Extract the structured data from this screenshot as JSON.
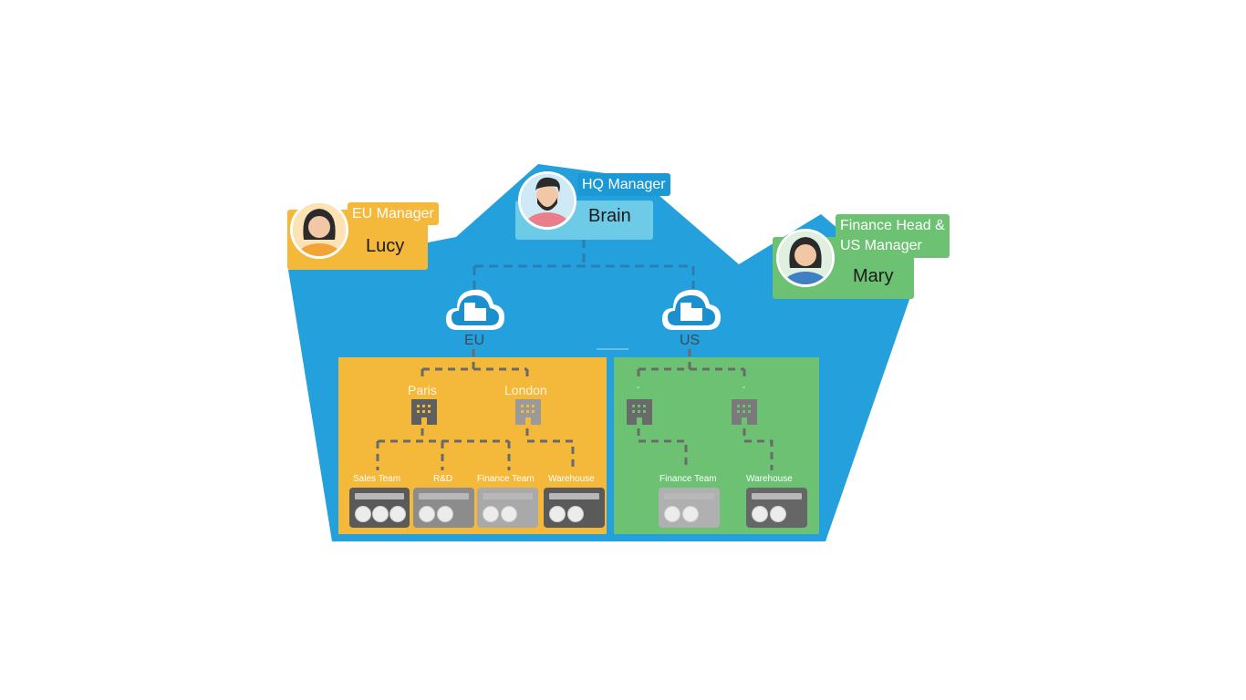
{
  "hq": {
    "role": "HQ Manager",
    "name": "Brain"
  },
  "eu_manager": {
    "role": "EU Manager",
    "name": "Lucy"
  },
  "us_manager": {
    "role_line1": "Finance Head &",
    "role_line2": "US Manager",
    "name": "Mary"
  },
  "regions": {
    "eu": {
      "label": "EU",
      "cities": [
        "Paris",
        "London"
      ],
      "teams": [
        "Sales Team",
        "R&D",
        "Finance Team",
        "Warehouse"
      ]
    },
    "us": {
      "label": "US",
      "cities": [
        "-",
        "-"
      ],
      "teams": [
        "Finance Team",
        "Warehouse"
      ]
    }
  },
  "colors": {
    "blue": "#24a0dc",
    "hq_card": "#6ecbe8",
    "hq_role": "#1b98d6",
    "eu": "#f4b83a",
    "us": "#6cc173",
    "device_dark": "#5a5a5a",
    "device_light": "#a9a9a9"
  },
  "icons": [
    "cloud-building-icon",
    "office-building-icon",
    "switch-icon",
    "access-point-icon"
  ]
}
